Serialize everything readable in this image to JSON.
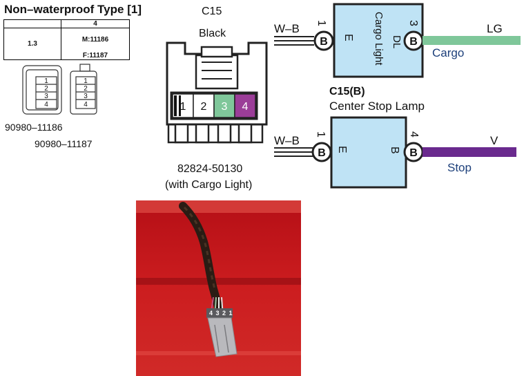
{
  "header": {
    "title": "Non–waterproof Type [1]",
    "table": {
      "col_header": "4",
      "row_label": "1.3",
      "male": "M:11186",
      "female": "F:11187"
    },
    "small_connector_pins": [
      "1",
      "2",
      "3",
      "4"
    ],
    "part_numbers": [
      "90980–11186",
      "90980–11187"
    ]
  },
  "connector": {
    "code": "C15",
    "color": "Black",
    "pins": [
      "1",
      "2",
      "3",
      "4"
    ],
    "pin_colors": {
      "1": "#ffffff",
      "2": "#ffffff",
      "3": "#7fc79a",
      "4": "#9b3d98"
    },
    "part_number": "82824-50130",
    "note": "(with Cargo Light)"
  },
  "cargo_light": {
    "label_top": "DL",
    "label_bottom": "Cargo Light",
    "left_pin": "1",
    "left_letter": "B",
    "left_terminal": "E",
    "right_pin": "3",
    "right_letter": "B",
    "left_wire": "W–B",
    "right_wire": "LG",
    "right_wire_color": "#7fc79a",
    "right_caption": "Cargo"
  },
  "stop_lamp": {
    "code": "C15(B)",
    "name": "Center Stop Lamp",
    "left_pin": "1",
    "left_letter": "B",
    "left_terminal": "E",
    "right_terminal": "B",
    "right_pin": "4",
    "right_letter": "B",
    "left_wire": "W–B",
    "right_wire": "V",
    "right_wire_color": "#6a2a8e",
    "right_caption": "Stop"
  },
  "photo": {
    "pin_label": "4 3 2 1"
  },
  "colors": {
    "box_fill": "#bfe3f5",
    "photo_red": "#c8141c"
  }
}
